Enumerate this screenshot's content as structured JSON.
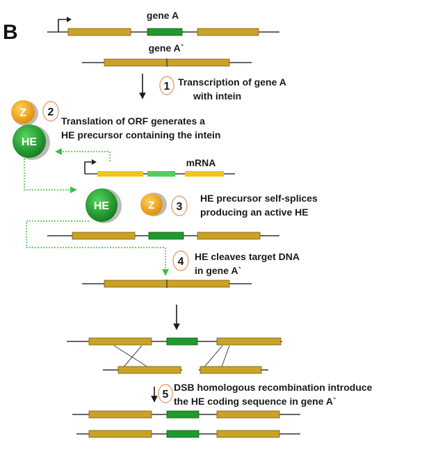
{
  "panel_label": "B",
  "gene_a_label": "gene A",
  "gene_a_prime_label": "gene A`",
  "mrna_label": "mRNA",
  "steps": [
    {
      "number": "1",
      "lines": [
        "Transcription of gene A",
        "with intein"
      ]
    },
    {
      "number": "2",
      "lines": [
        "Translation of ORF generates a",
        "HE precursor containing the intein"
      ]
    },
    {
      "number": "3",
      "lines": [
        "HE precursor self-splices",
        "producing an active HE"
      ]
    },
    {
      "number": "4",
      "lines": [
        "HE cleaves target DNA",
        "in gene A`"
      ]
    },
    {
      "number": "5",
      "lines": [
        "DSB homologous recombination introduce",
        "the HE coding sequence in gene A`"
      ]
    }
  ],
  "proteins": {
    "z_label": "Z",
    "he_label": "HE"
  },
  "colors": {
    "exon": "#c9a227",
    "exon_stroke": "#7a5a10",
    "intein": "#1f9a2b",
    "mrna_exon": "#f2c418",
    "dna_line": "#333333",
    "dotted_arrow": "#35c23a",
    "step_circle": "#e8a070",
    "z_protein": "#f3aa1e",
    "he_protein": "#1c9a2a"
  }
}
